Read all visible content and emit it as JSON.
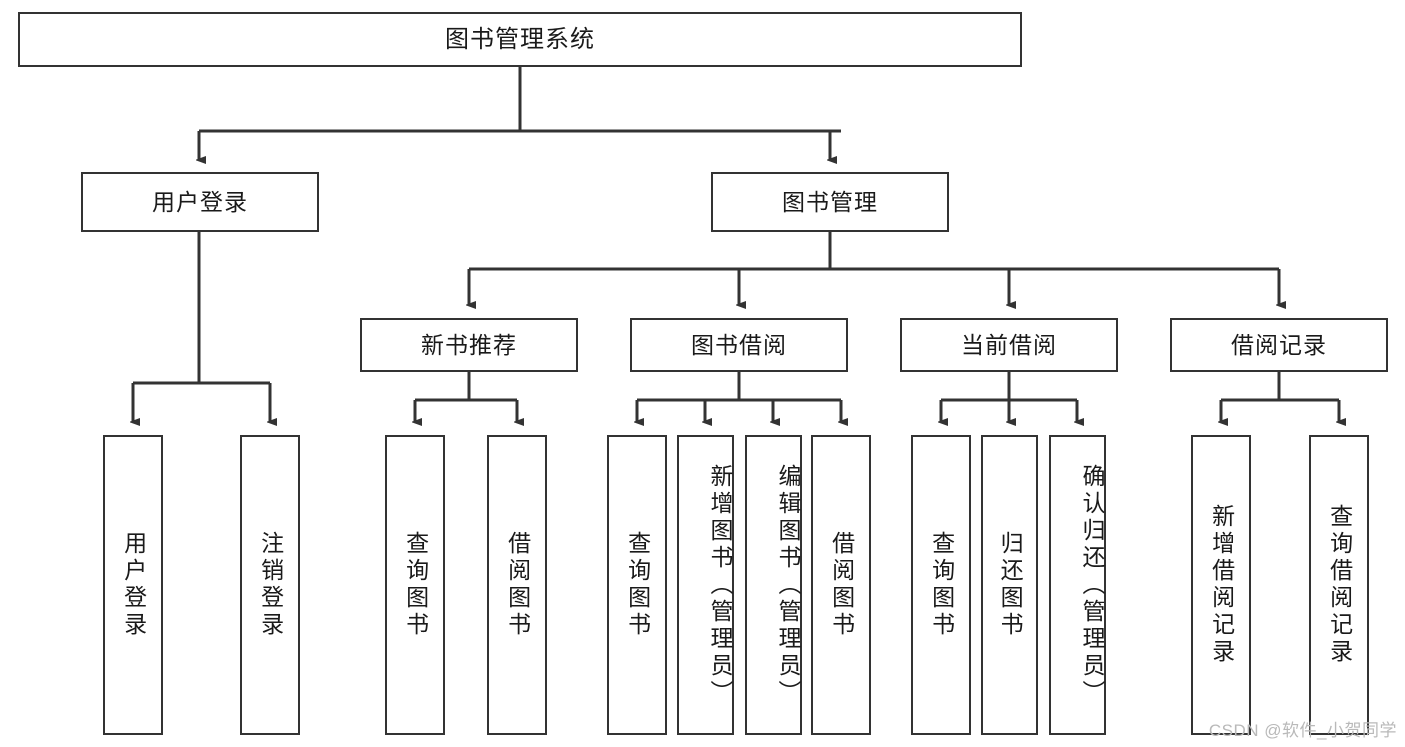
{
  "diagram": {
    "title": "图书管理系统",
    "type": "tree-hierarchy-chart",
    "background_color": "#ffffff",
    "line_color": "#333333",
    "box_border_color": "#333333",
    "box_fill_color": "#ffffff",
    "text_color": "#1a1a1a"
  },
  "root": {
    "label": "图书管理系统"
  },
  "level2": [
    {
      "label": "用户登录"
    },
    {
      "label": "图书管理"
    }
  ],
  "level3": [
    {
      "label": "新书推荐"
    },
    {
      "label": "图书借阅"
    },
    {
      "label": "当前借阅"
    },
    {
      "label": "借阅记录"
    }
  ],
  "leaves": {
    "user_login": [
      {
        "label": "用户登录"
      },
      {
        "label": "注销登录"
      }
    ],
    "new_book_recommend": [
      {
        "label": "查询图书"
      },
      {
        "label": "借阅图书"
      }
    ],
    "book_borrow": [
      {
        "label": "查询图书"
      },
      {
        "label": "新增图书（管理员）"
      },
      {
        "label": "编辑图书（管理员）"
      },
      {
        "label": "借阅图书"
      }
    ],
    "current_borrow": [
      {
        "label": "查询图书"
      },
      {
        "label": "归还图书"
      },
      {
        "label": "确认归还（管理员）"
      }
    ],
    "borrow_record": [
      {
        "label": "新增借阅记录"
      },
      {
        "label": "查询借阅记录"
      }
    ]
  },
  "watermark": {
    "text": "CSDN @软件_小贺同学"
  }
}
